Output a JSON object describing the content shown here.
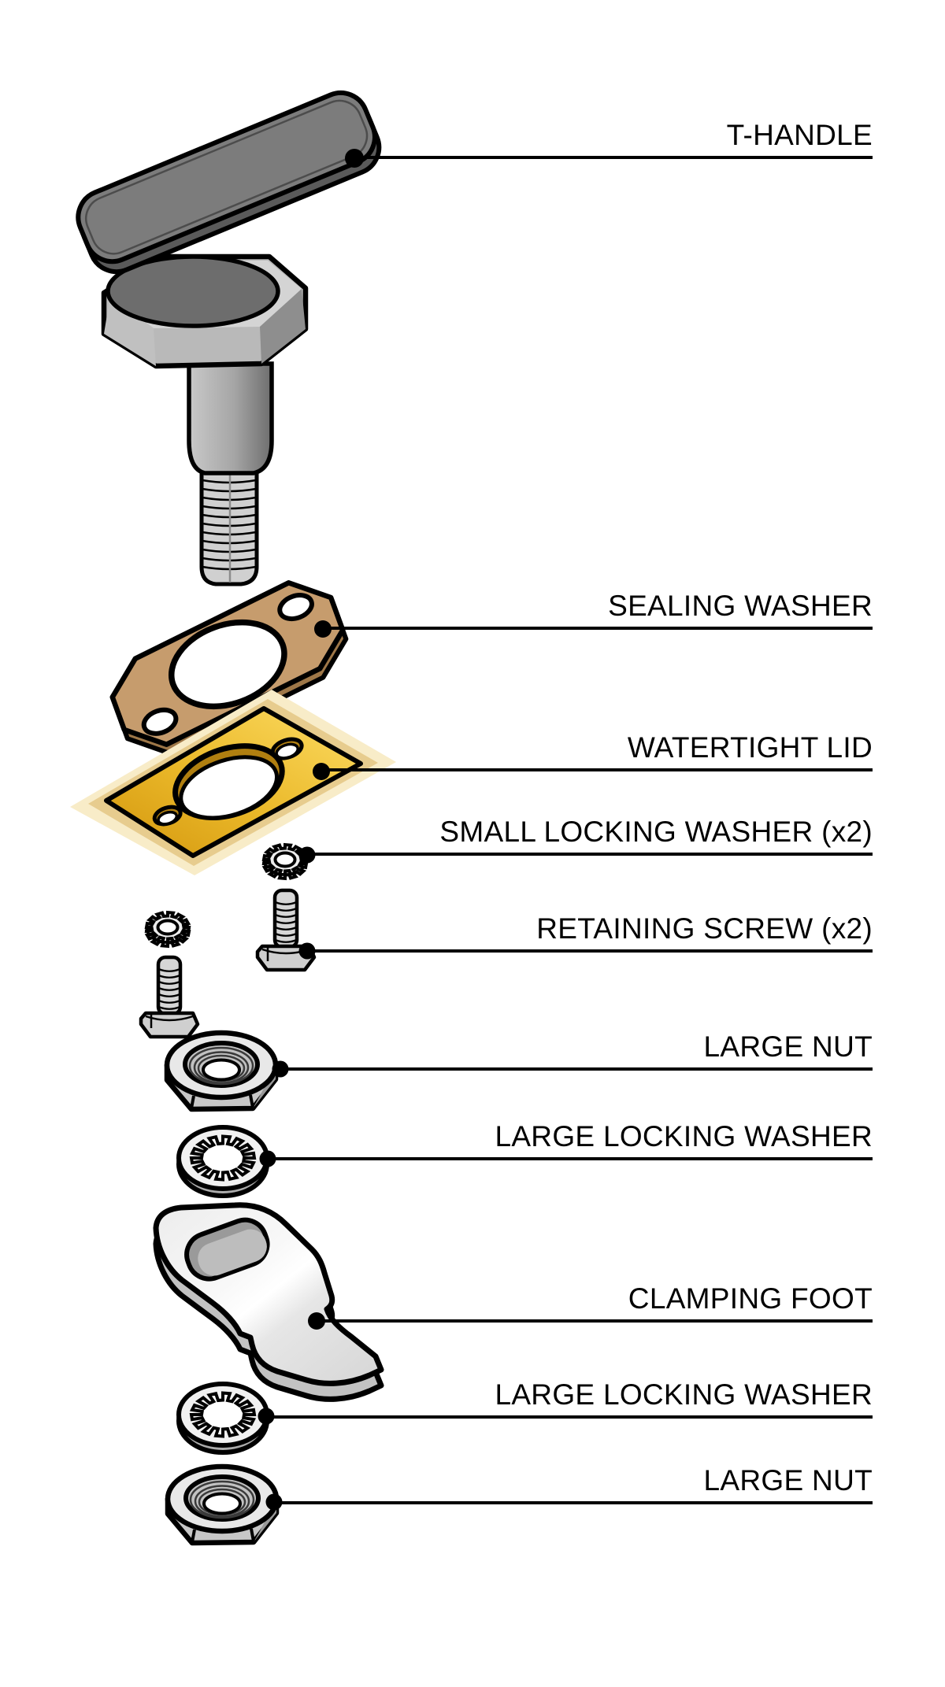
{
  "diagram": {
    "type": "exploded-parts-diagram",
    "subject": "T-handle watertight latch assembly",
    "background_color": "#ffffff",
    "text_color": "#000000",
    "line_color": "#000000",
    "labels": [
      {
        "id": "t-handle",
        "text": "T-HANDLE"
      },
      {
        "id": "sealing-washer",
        "text": "SEALING WASHER"
      },
      {
        "id": "watertight-lid",
        "text": "WATERTIGHT LID"
      },
      {
        "id": "small-locking-washer",
        "text": "SMALL LOCKING WASHER (x2)"
      },
      {
        "id": "retaining-screw",
        "text": "RETAINING SCREW (x2)"
      },
      {
        "id": "large-nut-upper",
        "text": "LARGE NUT"
      },
      {
        "id": "large-locking-washer-upper",
        "text": "LARGE LOCKING WASHER"
      },
      {
        "id": "clamping-foot",
        "text": "CLAMPING FOOT"
      },
      {
        "id": "large-locking-washer-lower",
        "text": "LARGE LOCKING WASHER"
      },
      {
        "id": "large-nut-lower",
        "text": "LARGE NUT"
      }
    ],
    "parts": [
      {
        "name": "t-handle",
        "color": "#7c7c7c"
      },
      {
        "name": "handle-knob",
        "color": "#c6c6c6"
      },
      {
        "name": "threaded-stud",
        "color": "#d0d0d0"
      },
      {
        "name": "sealing-washer",
        "color": "#c69c6d"
      },
      {
        "name": "watertight-lid",
        "color": "#e8b125",
        "glow": "#f8ecc8"
      },
      {
        "name": "small-locking-washer-x2",
        "color": "#ededed"
      },
      {
        "name": "retaining-screw-x2",
        "color": "#d6d6d6"
      },
      {
        "name": "large-nut-x2",
        "color": "#c7c7c7"
      },
      {
        "name": "large-locking-washer-x2",
        "color": "#f1f1f1"
      },
      {
        "name": "clamping-foot",
        "color": "#e8e8e8"
      }
    ]
  }
}
